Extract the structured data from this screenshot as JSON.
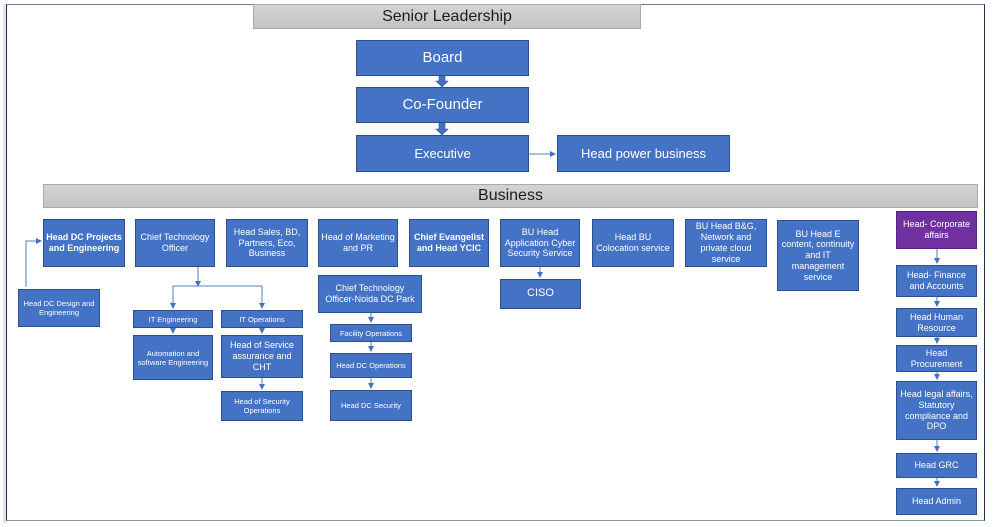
{
  "sections": {
    "senior_leadership": "Senior Leadership",
    "business": "Business"
  },
  "leadership": {
    "board": "Board",
    "co_founder": "Co-Founder",
    "executive": "Executive",
    "head_power_business": "Head power business"
  },
  "business_heads": [
    {
      "label": "Head DC Projects and Engineering"
    },
    {
      "label": "Chief Technology Officer"
    },
    {
      "label": "Head Sales, BD, Partners, Eco, Business"
    },
    {
      "label": "Head of Marketing and PR"
    },
    {
      "label": "Chief Evangelist and Head YCIC"
    },
    {
      "label": "BU Head Application Cyber Security Service"
    },
    {
      "label": "Head BU Colocation service"
    },
    {
      "label": "BU Head B&G, Network and private cloud service"
    },
    {
      "label": "BU Head E content, continuity and IT management service"
    }
  ],
  "sub_units": {
    "head_dc_design": "Head DC Design and Engineering",
    "it_engineering": "IT Engineering",
    "it_operations": "IT Operations",
    "automation": "Automation and software Engineering",
    "service_assurance": "Head of Service assurance and CHT",
    "security_operations": "Head of Security Operations",
    "cto_noida": "Chief Technology Officer-Noida DC Park",
    "facility_operations": "Facility Operations",
    "head_dc_operations": "Head DC Operations",
    "head_dc_security": "Head DC Security",
    "ciso": "CISO"
  },
  "corporate": [
    {
      "label": "Head- Corporate affairs"
    },
    {
      "label": "Head- Finance and Accounts"
    },
    {
      "label": "Head Human Resource"
    },
    {
      "label": "Head Procurement"
    },
    {
      "label": "Head legal affairs, Statutory compliance and DPO"
    },
    {
      "label": "Head GRC"
    },
    {
      "label": "Head Admin"
    }
  ],
  "colors": {
    "box_blue": "#4472c4",
    "box_purple": "#7030a0",
    "header_gray": "#c8c8c8",
    "connector": "#4472c4"
  }
}
